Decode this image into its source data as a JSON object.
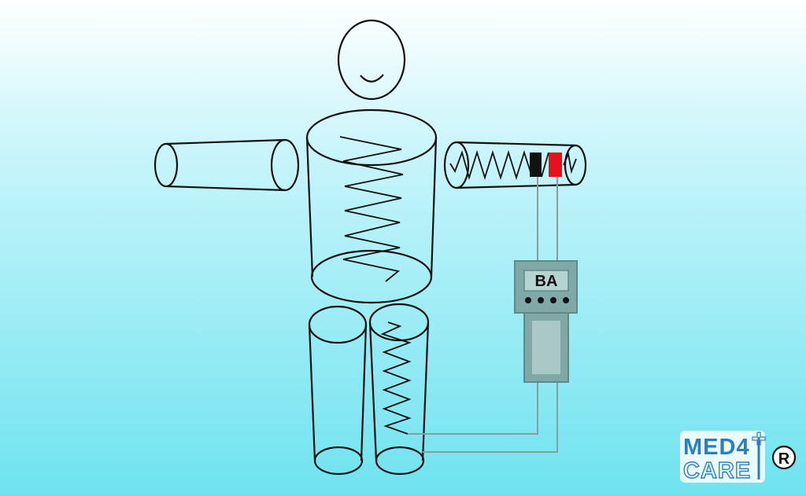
{
  "device": {
    "label": "BA"
  },
  "logo": {
    "line1": "MED4",
    "line2": "CARE",
    "registered_mark": "®"
  },
  "colors": {
    "outline": "#111111",
    "wire": "#8a9c9c",
    "device_body": "#7fa8a6",
    "device_border": "#5f8a88",
    "electrode_black": "#111111",
    "electrode_red": "#e8101a",
    "logo_blue": "#2a7fc4"
  }
}
